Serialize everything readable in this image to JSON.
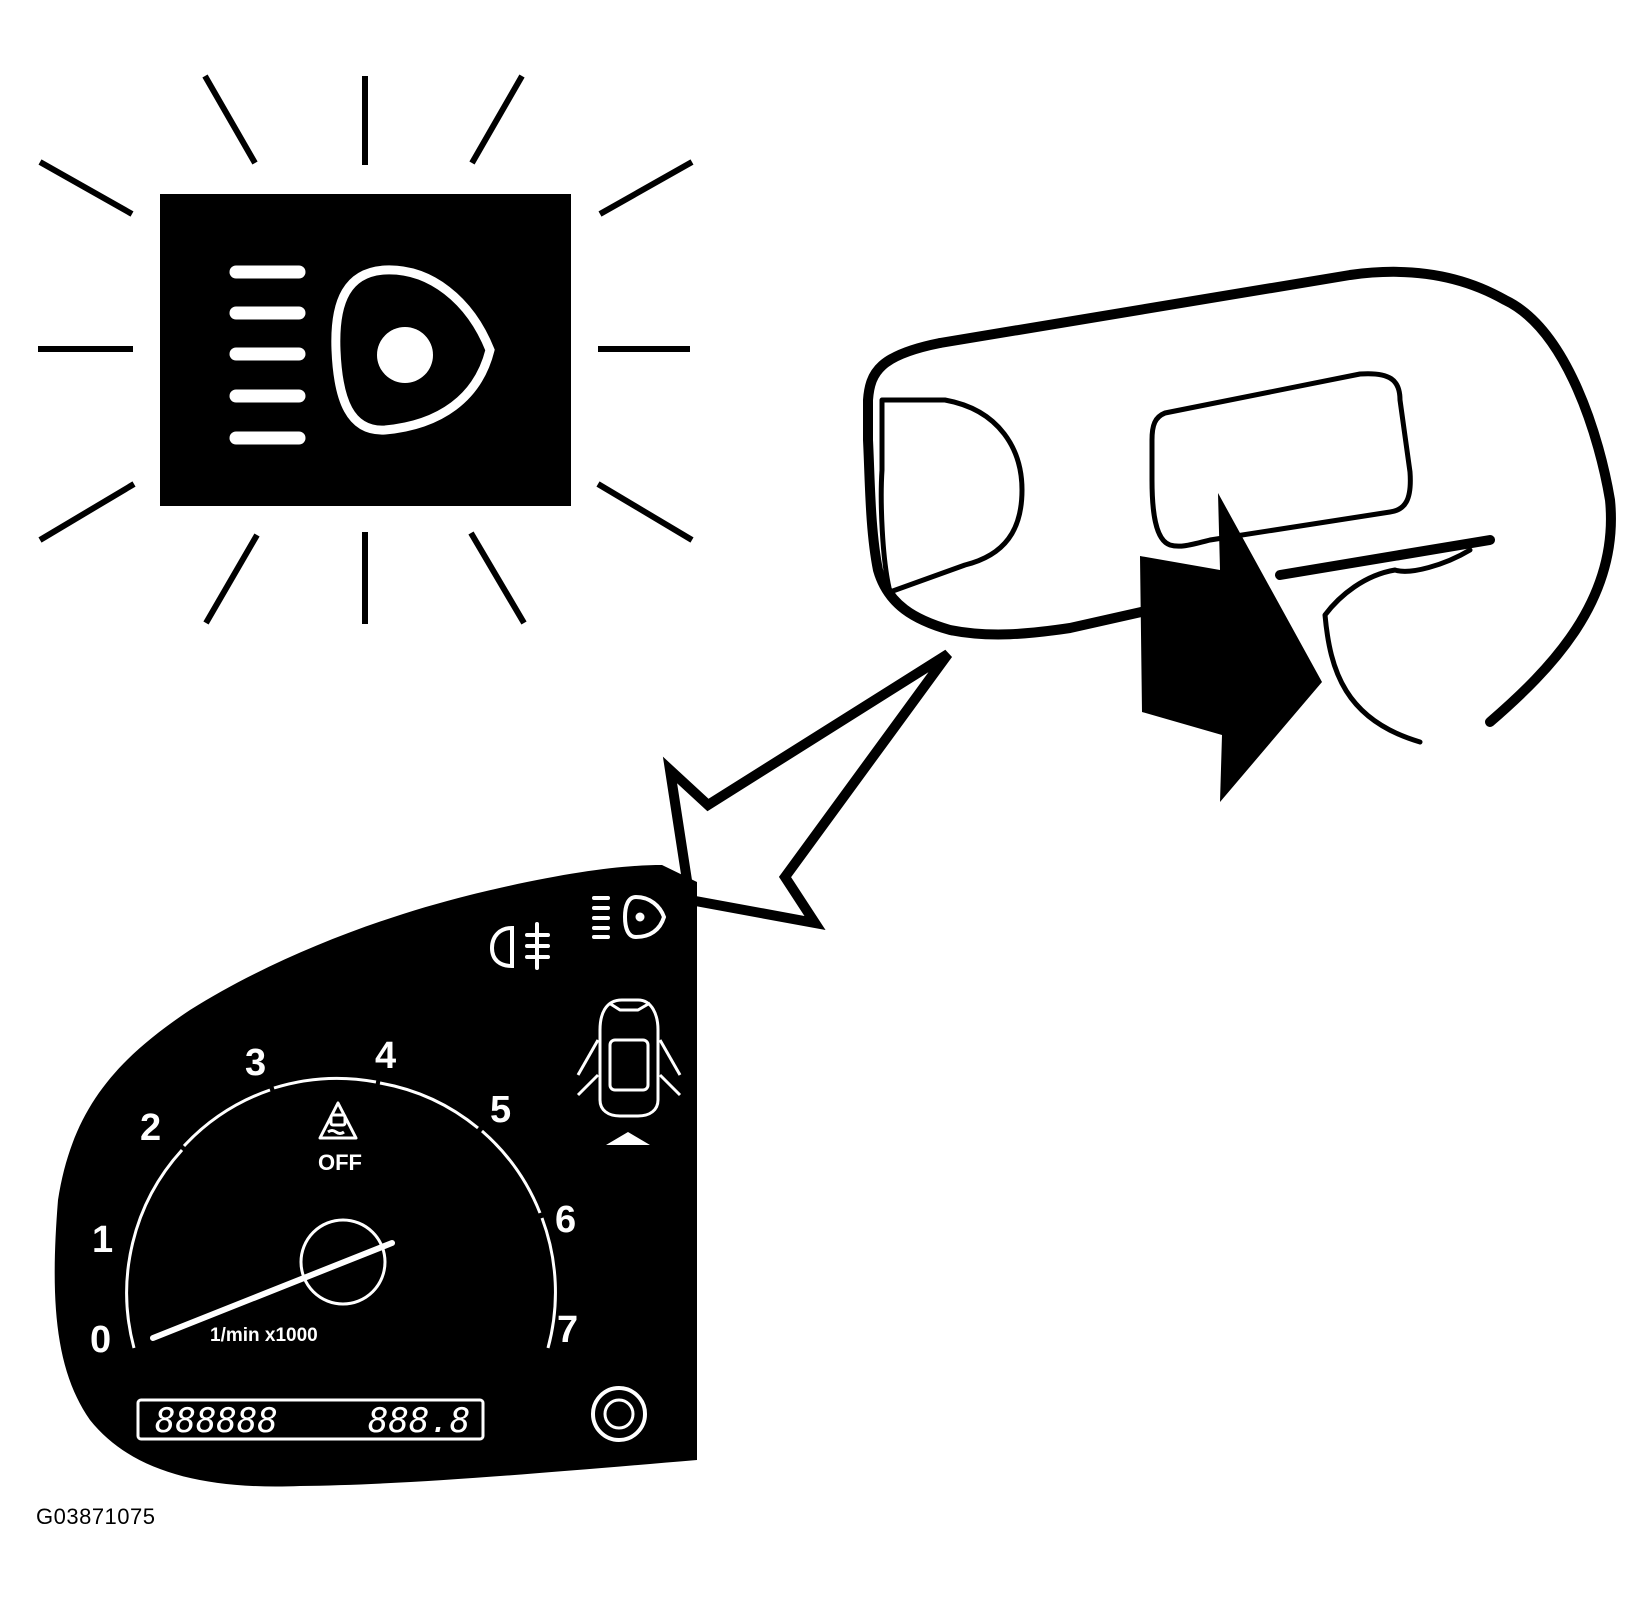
{
  "figure_id": "G03871075",
  "tachometer": {
    "scale_labels": [
      "0",
      "1",
      "2",
      "3",
      "4",
      "5",
      "6",
      "7"
    ],
    "unit_label": "1/min x1000",
    "traction_off_label": "OFF",
    "odometer_digits": "888888",
    "trip_digits": "888.8"
  },
  "icons": {
    "main_indicator": "high-beam-icon",
    "cluster_indicator": "high-beam-icon",
    "fog": "rear-fog-lamp-icon",
    "doors": "door-open-icon",
    "traction": "traction-control-icon",
    "knob": "reset-knob-icon"
  },
  "colors": {
    "ink": "#000000",
    "paper": "#ffffff"
  }
}
